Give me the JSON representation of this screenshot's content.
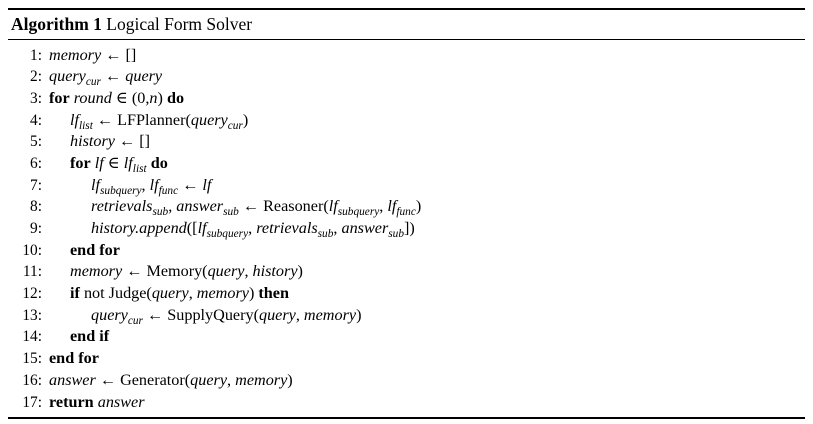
{
  "algorithm": {
    "header": {
      "keyword": "Algorithm 1",
      "name": "Logical Form Solver"
    },
    "lines": [
      {
        "number": "1:",
        "indent": 0,
        "text": "memory ← []",
        "tokens": [
          {
            "t": "memory",
            "s": "var"
          },
          {
            "t": " ← ",
            "s": "op"
          },
          {
            "t": "[]",
            "s": "op"
          }
        ]
      },
      {
        "number": "2:",
        "indent": 0,
        "text": "query_cur ← query",
        "tokens": [
          {
            "t": "query",
            "s": "var"
          },
          {
            "t": "cur",
            "s": "sub"
          },
          {
            "t": " ← ",
            "s": "op"
          },
          {
            "t": "query",
            "s": "var"
          }
        ]
      },
      {
        "number": "3:",
        "indent": 0,
        "text": "for round ∈ (0,n) do",
        "tokens": [
          {
            "t": "for",
            "s": "kw"
          },
          {
            "t": " ",
            "s": "op"
          },
          {
            "t": "round",
            "s": "var"
          },
          {
            "t": " ∈ (0,",
            "s": "op"
          },
          {
            "t": "n",
            "s": "var"
          },
          {
            "t": ") ",
            "s": "op"
          },
          {
            "t": "do",
            "s": "kw"
          }
        ]
      },
      {
        "number": "4:",
        "indent": 1,
        "text": "lf_list ← LFPlanner(query_cur)",
        "tokens": [
          {
            "t": "lf",
            "s": "var"
          },
          {
            "t": "list",
            "s": "sub"
          },
          {
            "t": " ← ",
            "s": "op"
          },
          {
            "t": "LFPlanner(",
            "s": "fn"
          },
          {
            "t": "query",
            "s": "var"
          },
          {
            "t": "cur",
            "s": "sub"
          },
          {
            "t": ")",
            "s": "fn"
          }
        ]
      },
      {
        "number": "5:",
        "indent": 1,
        "text": "history ← []",
        "tokens": [
          {
            "t": "history",
            "s": "var"
          },
          {
            "t": " ← ",
            "s": "op"
          },
          {
            "t": "[]",
            "s": "op"
          }
        ]
      },
      {
        "number": "6:",
        "indent": 1,
        "text": "for lf ∈ lf_list do",
        "tokens": [
          {
            "t": "for",
            "s": "kw"
          },
          {
            "t": " ",
            "s": "op"
          },
          {
            "t": "lf",
            "s": "var"
          },
          {
            "t": " ∈ ",
            "s": "op"
          },
          {
            "t": "lf",
            "s": "var"
          },
          {
            "t": "list",
            "s": "sub"
          },
          {
            "t": " ",
            "s": "op"
          },
          {
            "t": "do",
            "s": "kw"
          }
        ]
      },
      {
        "number": "7:",
        "indent": 2,
        "text": "lf_subquery, lf_func ← lf",
        "tokens": [
          {
            "t": "lf",
            "s": "var"
          },
          {
            "t": "subquery",
            "s": "sub"
          },
          {
            "t": ", ",
            "s": "op"
          },
          {
            "t": "lf",
            "s": "var"
          },
          {
            "t": "func",
            "s": "sub"
          },
          {
            "t": " ← ",
            "s": "op"
          },
          {
            "t": "lf",
            "s": "var"
          }
        ]
      },
      {
        "number": "8:",
        "indent": 2,
        "text": "retrievals_sub, answer_sub ← Reasoner(lf_subquery, lf_func)",
        "tokens": [
          {
            "t": "retrievals",
            "s": "var"
          },
          {
            "t": "sub",
            "s": "sub"
          },
          {
            "t": ", ",
            "s": "op"
          },
          {
            "t": "answer",
            "s": "var"
          },
          {
            "t": "sub",
            "s": "sub"
          },
          {
            "t": " ← ",
            "s": "op"
          },
          {
            "t": "Reasoner(",
            "s": "fn"
          },
          {
            "t": "lf",
            "s": "var"
          },
          {
            "t": "subquery",
            "s": "sub"
          },
          {
            "t": ", ",
            "s": "op"
          },
          {
            "t": "lf",
            "s": "var"
          },
          {
            "t": "func",
            "s": "sub"
          },
          {
            "t": ")",
            "s": "fn"
          }
        ]
      },
      {
        "number": "9:",
        "indent": 2,
        "text": "history.append([lf_subquery, retrievals_sub, answer_sub])",
        "tokens": [
          {
            "t": "history.append",
            "s": "var"
          },
          {
            "t": "([",
            "s": "op"
          },
          {
            "t": "lf",
            "s": "var"
          },
          {
            "t": "subquery",
            "s": "sub"
          },
          {
            "t": ", ",
            "s": "op"
          },
          {
            "t": "retrievals",
            "s": "var"
          },
          {
            "t": "sub",
            "s": "sub"
          },
          {
            "t": ", ",
            "s": "op"
          },
          {
            "t": "answer",
            "s": "var"
          },
          {
            "t": "sub",
            "s": "sub"
          },
          {
            "t": "])",
            "s": "op"
          }
        ]
      },
      {
        "number": "10:",
        "indent": 1,
        "text": "end for",
        "tokens": [
          {
            "t": "end for",
            "s": "kw"
          }
        ]
      },
      {
        "number": "11:",
        "indent": 1,
        "text": "memory ← Memory(query, history)",
        "tokens": [
          {
            "t": "memory",
            "s": "var"
          },
          {
            "t": " ← ",
            "s": "op"
          },
          {
            "t": "Memory(",
            "s": "fn"
          },
          {
            "t": "query",
            "s": "var"
          },
          {
            "t": ", ",
            "s": "op"
          },
          {
            "t": "history",
            "s": "var"
          },
          {
            "t": ")",
            "s": "fn"
          }
        ]
      },
      {
        "number": "12:",
        "indent": 1,
        "text": "if not Judge(query, memory) then",
        "tokens": [
          {
            "t": "if",
            "s": "kw"
          },
          {
            "t": " not Judge(",
            "s": "fn"
          },
          {
            "t": "query",
            "s": "var"
          },
          {
            "t": ", ",
            "s": "op"
          },
          {
            "t": "memory",
            "s": "var"
          },
          {
            "t": ") ",
            "s": "fn"
          },
          {
            "t": "then",
            "s": "kw"
          }
        ]
      },
      {
        "number": "13:",
        "indent": 2,
        "text": "query_cur ← SupplyQuery(query, memory)",
        "tokens": [
          {
            "t": "query",
            "s": "var"
          },
          {
            "t": "cur",
            "s": "sub"
          },
          {
            "t": " ← ",
            "s": "op"
          },
          {
            "t": "SupplyQuery(",
            "s": "fn"
          },
          {
            "t": "query",
            "s": "var"
          },
          {
            "t": ", ",
            "s": "op"
          },
          {
            "t": "memory",
            "s": "var"
          },
          {
            "t": ")",
            "s": "fn"
          }
        ]
      },
      {
        "number": "14:",
        "indent": 1,
        "text": "end if",
        "tokens": [
          {
            "t": "end if",
            "s": "kw"
          }
        ]
      },
      {
        "number": "15:",
        "indent": 0,
        "text": "end for",
        "tokens": [
          {
            "t": "end for",
            "s": "kw"
          }
        ]
      },
      {
        "number": "16:",
        "indent": 0,
        "text": "answer ← Generator(query, memory)",
        "tokens": [
          {
            "t": "answer",
            "s": "var"
          },
          {
            "t": " ← ",
            "s": "op"
          },
          {
            "t": "Generator(",
            "s": "fn"
          },
          {
            "t": "query",
            "s": "var"
          },
          {
            "t": ", ",
            "s": "op"
          },
          {
            "t": "memory",
            "s": "var"
          },
          {
            "t": ")",
            "s": "fn"
          }
        ]
      },
      {
        "number": "17:",
        "indent": 0,
        "text": "return answer",
        "tokens": [
          {
            "t": "return",
            "s": "kw"
          },
          {
            "t": " ",
            "s": "op"
          },
          {
            "t": "answer",
            "s": "var"
          }
        ]
      }
    ]
  }
}
